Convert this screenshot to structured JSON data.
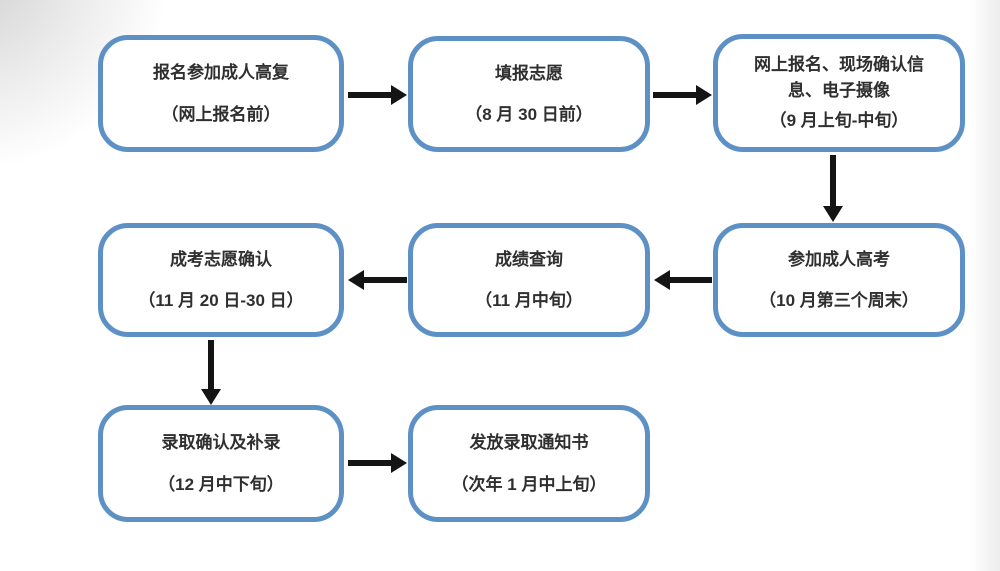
{
  "flowchart": {
    "nodes": [
      {
        "title": "报名参加成人高复",
        "date": "（网上报名前）"
      },
      {
        "title": "填报志愿",
        "date": "（8 月 30 日前）"
      },
      {
        "title": "网上报名、现场确认信息、电子摄像",
        "date": "（9 月上旬-中旬）"
      },
      {
        "title": "参加成人高考",
        "date": "（10 月第三个周末）"
      },
      {
        "title": "成绩查询",
        "date": "（11 月中旬）"
      },
      {
        "title": "成考志愿确认",
        "date": "（11 月 20 日-30 日）"
      },
      {
        "title": "录取确认及补录",
        "date": "（12 月中下旬）"
      },
      {
        "title": "发放录取通知书",
        "date": "（次年 1 月中上旬）"
      }
    ],
    "edges": [
      {
        "from": "报名参加成人高复",
        "to": "填报志愿",
        "direction": "right"
      },
      {
        "from": "填报志愿",
        "to": "网上报名、现场确认信息、电子摄像",
        "direction": "right"
      },
      {
        "from": "网上报名、现场确认信息、电子摄像",
        "to": "参加成人高考",
        "direction": "down"
      },
      {
        "from": "参加成人高考",
        "to": "成绩查询",
        "direction": "left"
      },
      {
        "from": "成绩查询",
        "to": "成考志愿确认",
        "direction": "left"
      },
      {
        "from": "成考志愿确认",
        "to": "录取确认及补录",
        "direction": "down"
      },
      {
        "from": "录取确认及补录",
        "to": "发放录取通知书",
        "direction": "right"
      }
    ],
    "colors": {
      "node_border": "#5d91c5",
      "node_fill": "#ffffff",
      "arrow": "#141414",
      "text": "#2f2f2f"
    }
  }
}
